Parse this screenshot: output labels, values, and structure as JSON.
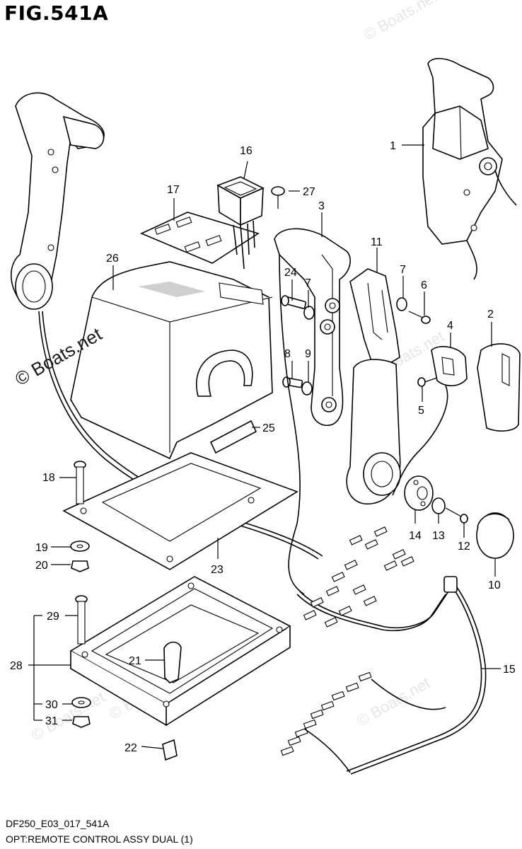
{
  "figure": {
    "title": "FIG.541A",
    "code": "DF250_E03_017_541A",
    "caption": "OPT:REMOTE CONTROL ASSY DUAL (1)"
  },
  "watermarks": {
    "main": "© Boats.net",
    "faint": "© Boats.net"
  },
  "callouts": {
    "p1": "1",
    "p2": "2",
    "p3": "3",
    "p4": "4",
    "p5": "5",
    "p6": "6",
    "p7a": "7",
    "p7b": "7",
    "p8": "8",
    "p9": "9",
    "p10": "10",
    "p11": "11",
    "p12": "12",
    "p13": "13",
    "p14": "14",
    "p15": "15",
    "p16": "16",
    "p17": "17",
    "p18": "18",
    "p19": "19",
    "p20": "20",
    "p21": "21",
    "p22": "22",
    "p23": "23",
    "p24": "24",
    "p25": "25",
    "p26": "26",
    "p27": "27",
    "p28": "28",
    "p29": "29",
    "p30": "30",
    "p31": "31"
  }
}
